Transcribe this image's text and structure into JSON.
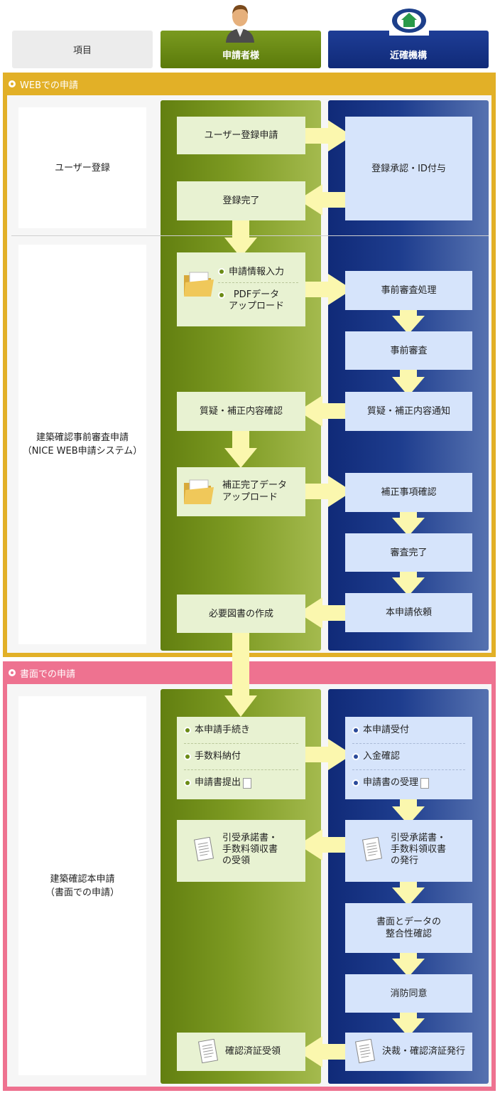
{
  "header": {
    "item_label": "項目",
    "applicant_label": "申請者様",
    "kinkaku_label": "近確機構"
  },
  "sections": {
    "web": {
      "title": "WEBでの申請",
      "color": "#e2b027",
      "rows": {
        "user_registration": {
          "label": "ユーザー登録"
        },
        "pre_review": {
          "label_line1": "建築確認事前審査申請",
          "label_line2": "（NICE WEB申請システム）"
        }
      }
    },
    "paper": {
      "title": "書面での申請",
      "color": "#ee7290",
      "rows": {
        "main_application": {
          "label_line1": "建築確認本申請",
          "label_line2": "（書面での申請）"
        }
      }
    }
  },
  "steps": {
    "applicant": {
      "user_reg_request": "ユーザー登録申請",
      "reg_complete": "登録完了",
      "info_input": "申請情報入力",
      "pdf_upload_line1": "PDFデータ",
      "pdf_upload_line2": "アップロード",
      "qa_check": "質疑・補正内容確認",
      "fix_upload_line1": "補正完了データ",
      "fix_upload_line2": "アップロード",
      "doc_create": "必要図書の作成",
      "main_procedure": "本申請手続き",
      "fee_payment": "手数料納付",
      "doc_submit": "申請書提出",
      "receipt_line1": "引受承諾書・",
      "receipt_line2": "手数料領収書",
      "receipt_line3": "の受領",
      "cert_receive": "確認済証受領"
    },
    "kinkaku": {
      "approve_id": "登録承認・ID付与",
      "pre_process": "事前審査処理",
      "pre_review": "事前審査",
      "qa_notify": "質疑・補正内容通知",
      "fix_check": "補正事項確認",
      "review_done": "審査完了",
      "main_request": "本申請依頼",
      "main_accept": "本申請受付",
      "payment_check": "入金確認",
      "doc_accept": "申請書の受理",
      "issue_line1": "引受承諾書・",
      "issue_line2": "手数料領収書",
      "issue_line3": "の発行",
      "consistency_line1": "書面とデータの",
      "consistency_line2": "整合性確認",
      "fire_consent": "消防同意",
      "final_issue": "決裁・確認済証発行"
    }
  },
  "colors": {
    "applicant_green": "#6b8b15",
    "kinkaku_blue": "#1e3d8e",
    "arrow_yellow": "#fbf7ae",
    "box_green": "#e8f2d2",
    "box_blue": "#d6e4fb"
  },
  "icons": {
    "person": "person-icon",
    "logo": "kinkaku-logo-icon",
    "folder": "folder-icon",
    "document": "document-icon"
  }
}
